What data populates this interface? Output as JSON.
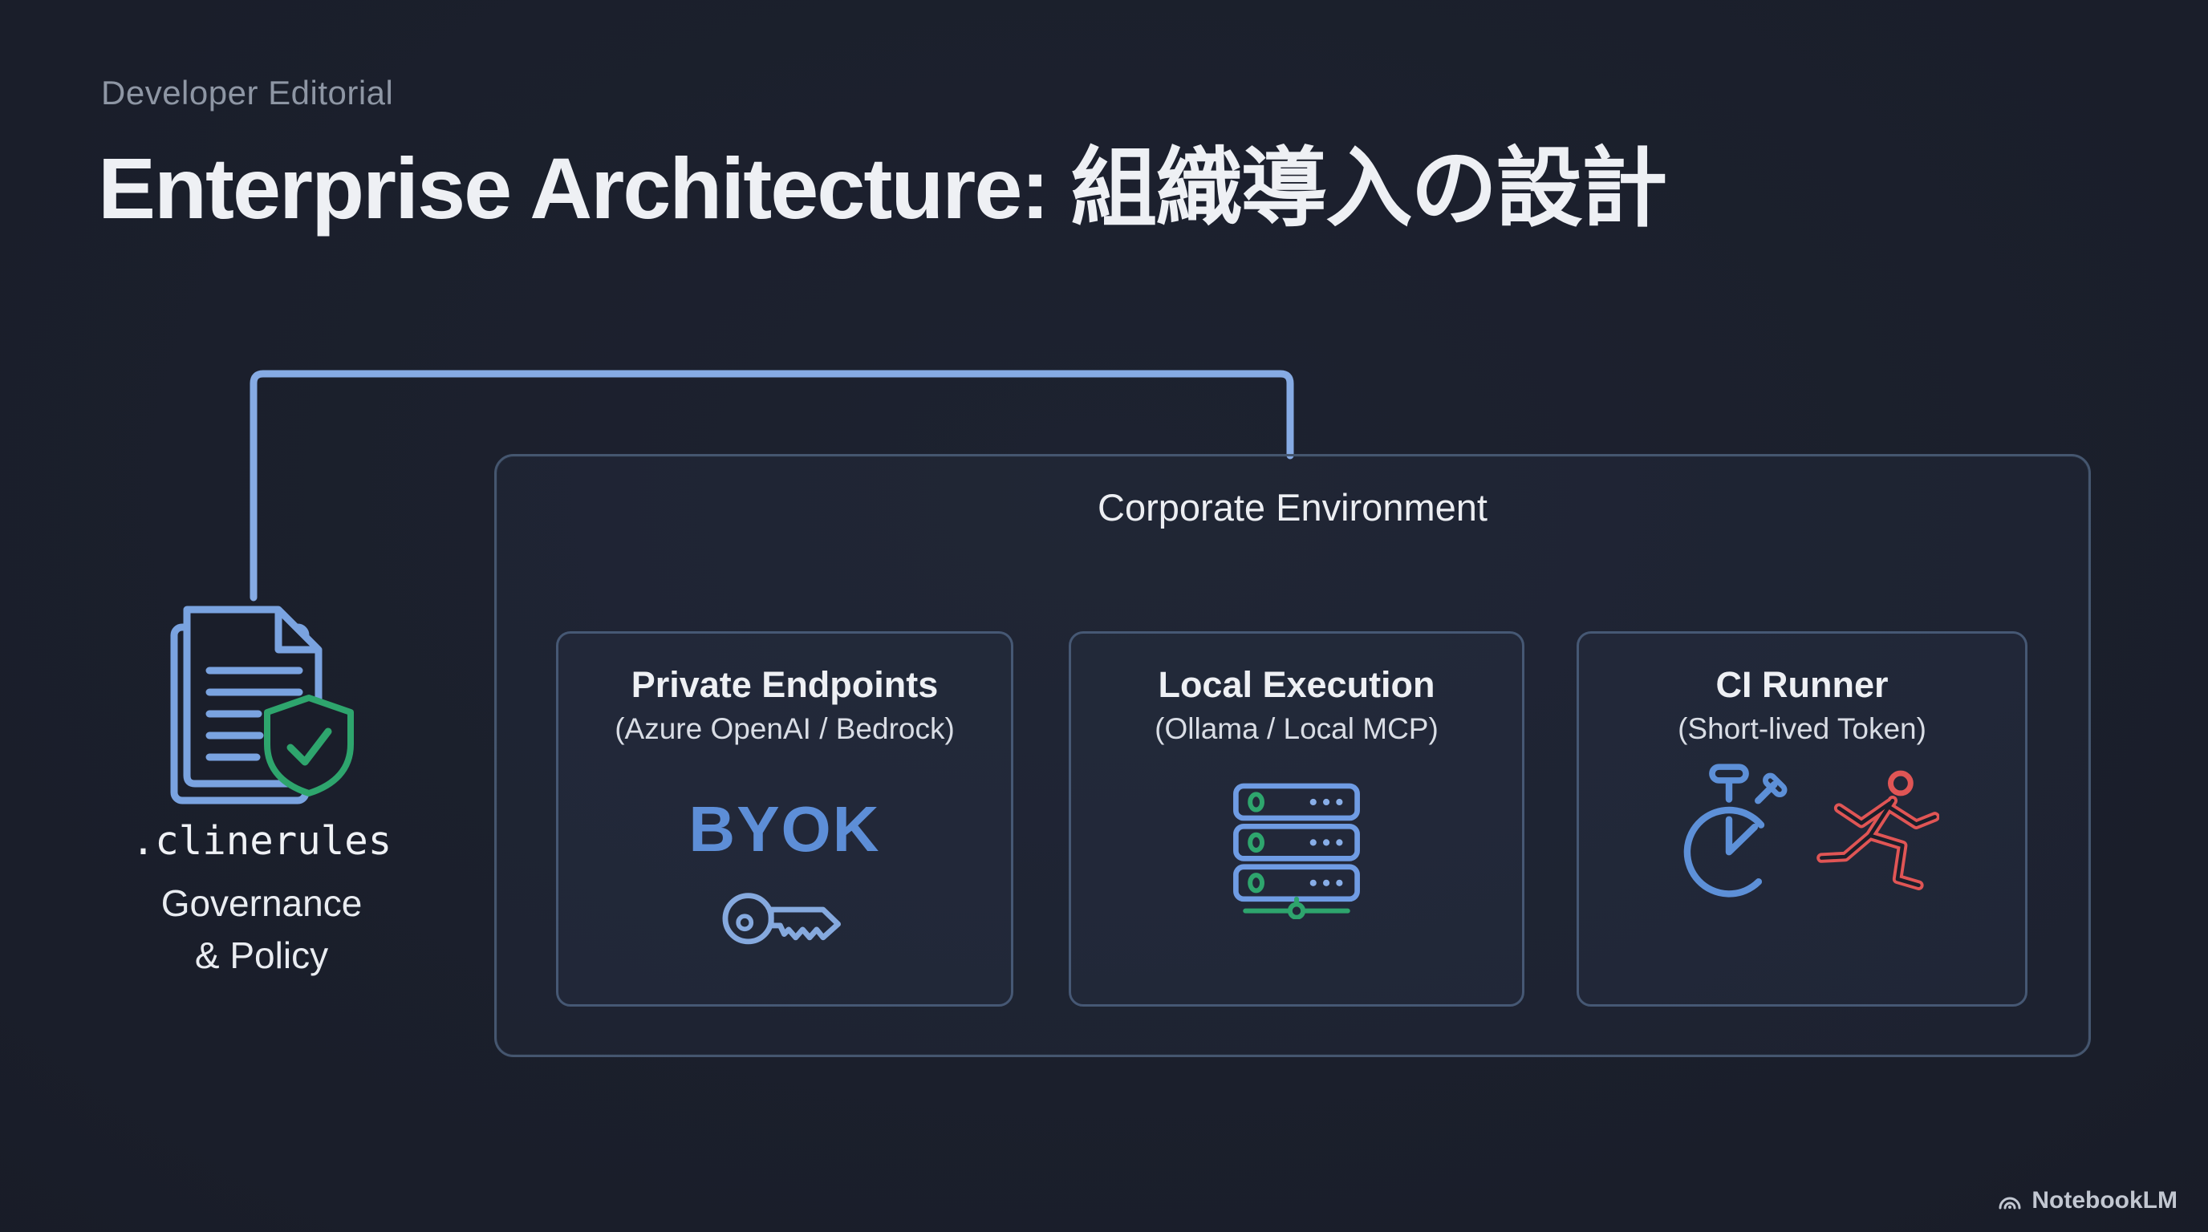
{
  "page": {
    "eyebrow": "Developer Editorial",
    "title": "Enterprise Architecture: 組織導入の設計"
  },
  "governance": {
    "file_label": ".clinerules",
    "caption_line1": "Governance",
    "caption_line2": "& Policy",
    "icon": "document-shield-check-icon"
  },
  "corporate_box": {
    "title": "Corporate Environment",
    "cards": [
      {
        "title": "Private Endpoints",
        "subtitle": "(Azure OpenAI / Bedrock)",
        "highlight": "BYOK",
        "icon": "key-icon"
      },
      {
        "title": "Local Execution",
        "subtitle": "(Ollama / Local MCP)",
        "icon": "server-stack-network-icon"
      },
      {
        "title": "CI Runner",
        "subtitle": "(Short-lived Token)",
        "icon": "stopwatch-runner-icon"
      }
    ]
  },
  "watermark": {
    "label": "NotebookLM",
    "icon": "notebooklm-logo"
  },
  "colors": {
    "background": "#1a1e2a",
    "connector_blue": "#86abe4",
    "accent_blue": "#5d8ed7",
    "icon_blue": "#7aa3e0",
    "green": "#2ea56d",
    "red": "#e05555",
    "box_border": "#465874",
    "text_primary": "#eef0f4",
    "text_muted": "#8e96a4"
  }
}
